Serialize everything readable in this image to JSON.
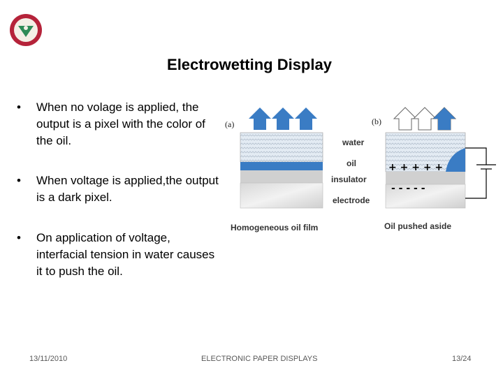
{
  "slide": {
    "title": "Electrowetting Display",
    "bullets": [
      {
        "symbol": "•",
        "text": "When no volage is applied, the output is a pixel with the color of the oil."
      },
      {
        "symbol": "•",
        "text": "When voltage is applied,the output is a dark pixel."
      },
      {
        "symbol": "•",
        "text": "On application of voltage, interfacial tension in water causes it to push the oil."
      }
    ]
  },
  "diagram": {
    "panel_a_label": "(a)",
    "panel_b_label": "(b)",
    "layer_labels": {
      "water": "water",
      "oil": "oil",
      "insulator": "insulator",
      "electrode": "electrode"
    },
    "plus_signs": "+ + + + +",
    "minus_signs": "- - - - -",
    "caption_a": "Homogeneous oil film",
    "caption_b": "Oil pushed aside",
    "colors": {
      "arrow": "#3a7cc4",
      "oil": "#3a7cc4",
      "water": "#d6e4f0",
      "insulator": "#c8c8c8",
      "electrode": "#e6e6e6"
    }
  },
  "footer": {
    "date": "13/11/2010",
    "center": "ELECTRONIC PAPER DISPLAYS",
    "page": "13/24"
  },
  "logo": {
    "icon": "university-emblem-icon",
    "colors": {
      "ring": "#b5233a",
      "inner": "#2e8b57"
    }
  }
}
